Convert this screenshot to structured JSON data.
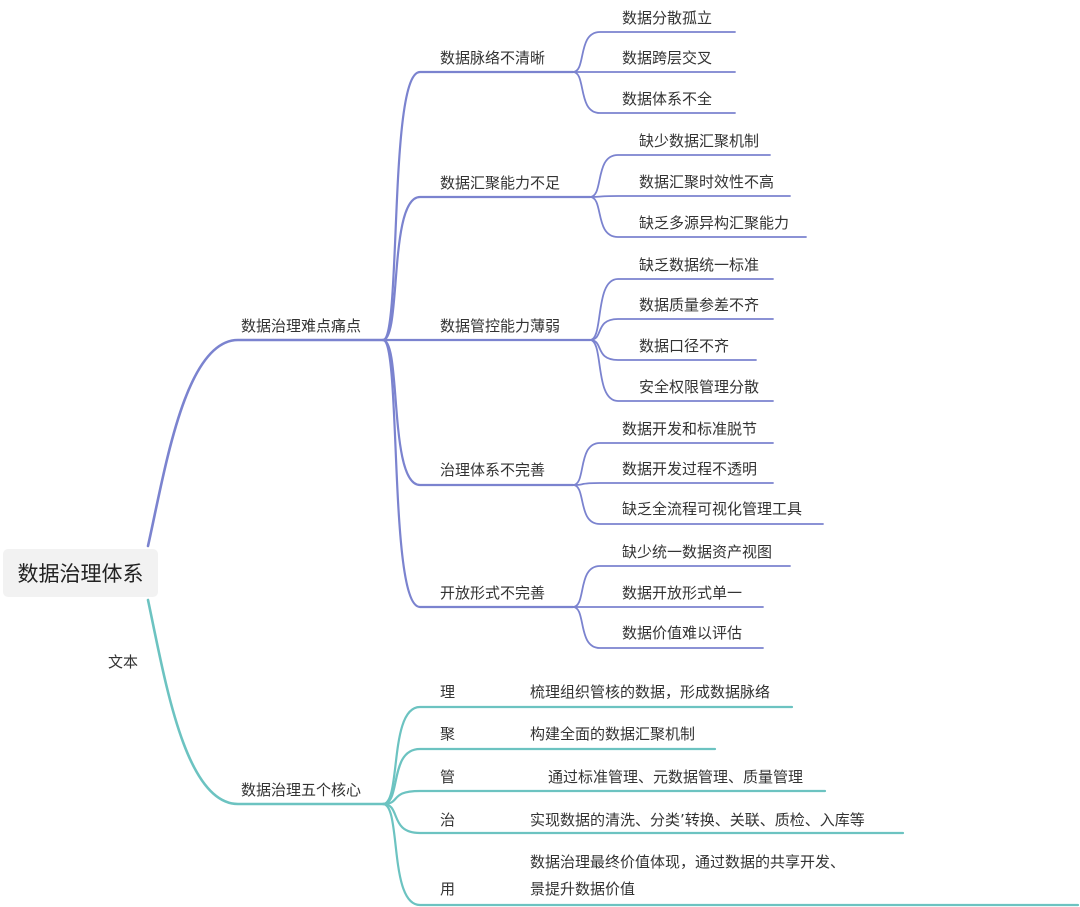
{
  "root": "数据治理体系",
  "float_label": "文本",
  "colors": {
    "purple": "#7b83cf",
    "teal": "#6cc3c1",
    "text": "#333333",
    "root_bg": "#f2f2f2"
  },
  "branches": [
    {
      "label": "数据治理难点痛点",
      "children": [
        {
          "label": "数据脉络不清晰",
          "children": [
            "数据分散孤立",
            "数据跨层交叉",
            "数据体系不全"
          ]
        },
        {
          "label": "数据汇聚能力不足",
          "children": [
            "缺少数据汇聚机制",
            "数据汇聚时效性不高",
            "缺乏多源异构汇聚能力"
          ]
        },
        {
          "label": "数据管控能力薄弱",
          "children": [
            "缺乏数据统一标准",
            "数据质量参差不齐",
            "数据口径不齐",
            "安全权限管理分散"
          ]
        },
        {
          "label": "治理体系不完善",
          "children": [
            "数据开发和标准脱节",
            "数据开发过程不透明",
            "缺乏全流程可视化管理工具"
          ]
        },
        {
          "label": "开放形式不完善",
          "children": [
            "缺少统一数据资产视图",
            "数据开放形式单一",
            "数据价值难以评估"
          ]
        }
      ]
    },
    {
      "label": "数据治理五个核心",
      "children": [
        {
          "label": "理",
          "desc": [
            "梳理组织管核的数据，形成数据脉络"
          ]
        },
        {
          "label": "聚",
          "desc": [
            "构建全面的数据汇聚机制"
          ]
        },
        {
          "label": "管",
          "desc": [
            "通过标准管理、元数据管理、质量管理"
          ]
        },
        {
          "label": "治",
          "desc": [
            "实现数据的清洗、分类’转换、关联、质检、入库等"
          ]
        },
        {
          "label": "用",
          "desc": [
            "数据治理最终价值体现，通过数据的共享开发、",
            "景提升数据价值"
          ]
        }
      ]
    }
  ]
}
